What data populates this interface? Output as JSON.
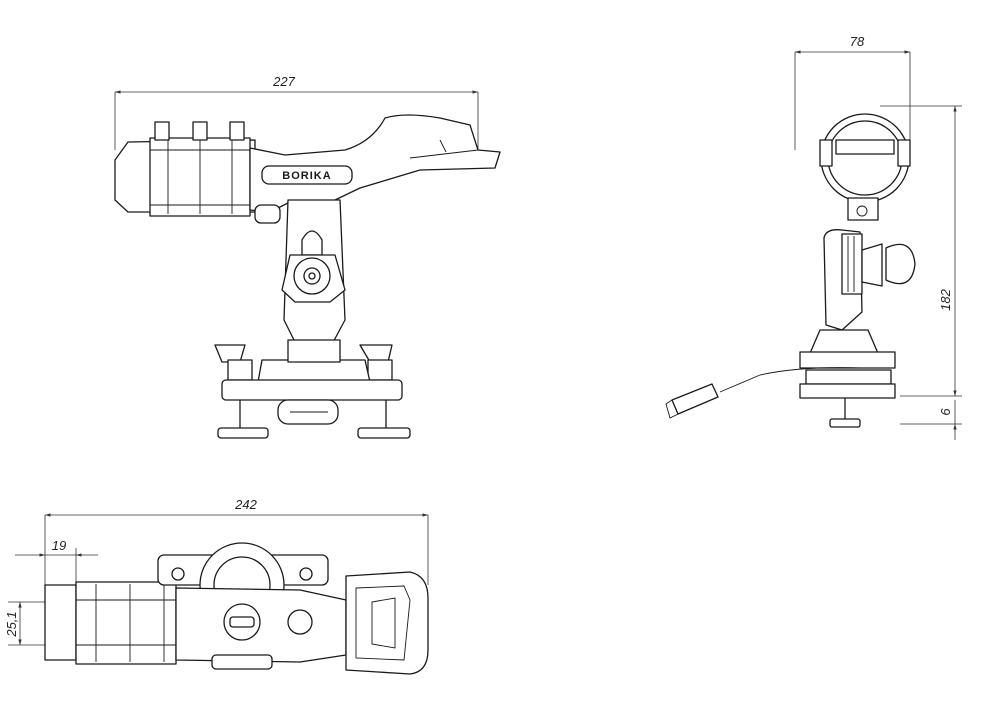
{
  "front_view": {
    "width_dimension": "227",
    "logo_text": "BORIKA"
  },
  "side_view": {
    "width_dimension": "78",
    "height_dimension": "182",
    "base_dimension": "6"
  },
  "top_view": {
    "length_dimension": "242",
    "offset_dimension": "19",
    "slot_dimension": "25,1"
  },
  "colors": {
    "line": "#1a1a1a",
    "background": "#ffffff"
  }
}
